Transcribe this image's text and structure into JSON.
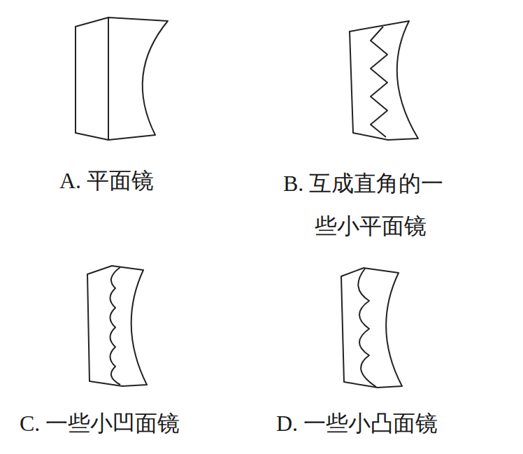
{
  "diagram": {
    "labels": [
      "A. 平面镜",
      "B. 互成直角的一些小平面镜",
      "C. 一些小凹面镜",
      "D. 一些小凸面镜"
    ]
  }
}
